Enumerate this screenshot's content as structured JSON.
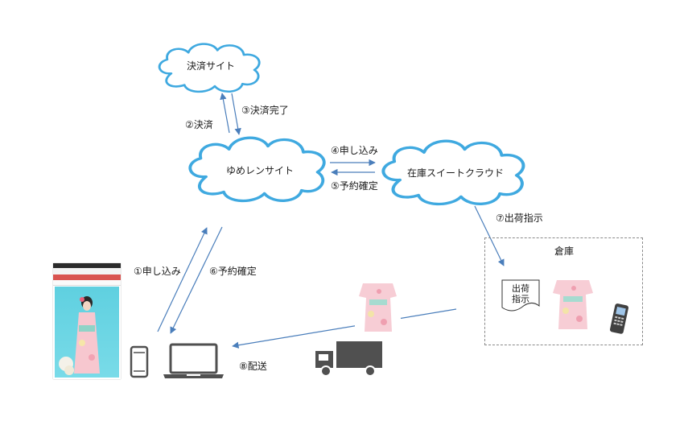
{
  "nodes": {
    "payment_site": "決済サイト",
    "yumeren_site": "ゆめレンサイト",
    "zaiko_cloud": "在庫スイートクラウド",
    "warehouse": "倉庫",
    "shipping_note_line1": "出荷",
    "shipping_note_line2": "指示"
  },
  "steps": {
    "s1": "①申し込み",
    "s2": "②決済",
    "s3": "③決済完了",
    "s4": "④申し込み",
    "s5": "⑤予約確定",
    "s6": "⑥予約確定",
    "s7": "⑦出荷指示",
    "s8": "⑧配送"
  },
  "colors": {
    "cloud_stroke": "#3fa9e0",
    "arrow": "#4a7ebb",
    "device": "#505050",
    "dashed_border": "#8a8a8a"
  },
  "icons": [
    "cloud",
    "smartphone-icon",
    "laptop-icon",
    "truck-icon",
    "handheld-scanner-icon",
    "kimono-photo",
    "phone-screenshot"
  ]
}
